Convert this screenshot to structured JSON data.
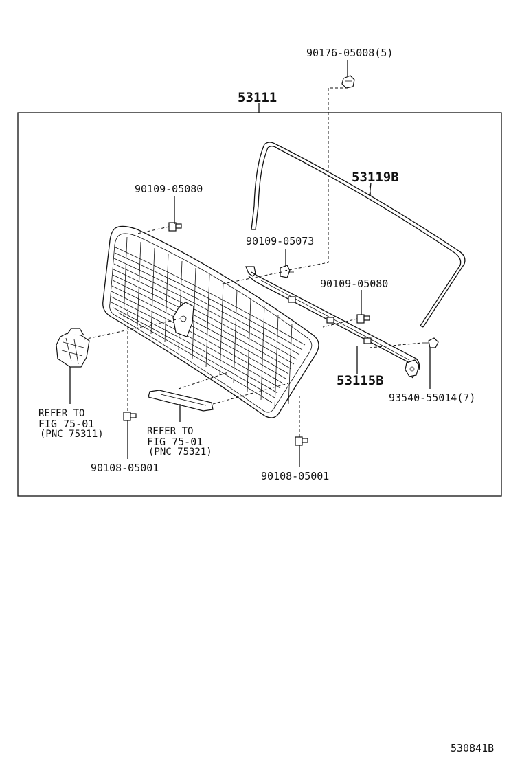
{
  "diagram": {
    "callouts": {
      "p_90176": "90176-05008(5)",
      "p_53111": "53111",
      "p_53119b": "53119B",
      "p_90109_080_left": "90109-05080",
      "p_90109_073": "90109-05073",
      "p_90109_080_right": "90109-05080",
      "p_53115b": "53115B",
      "p_93540": "93540-55014(7)",
      "p_90108_left": "90108-05001",
      "p_90108_right": "90108-05001"
    },
    "refer_left": {
      "line1": "REFER TO",
      "line2": "FIG 75-01",
      "line3": "(PNC 75311)"
    },
    "refer_center": {
      "line1": "REFER TO",
      "line2": "FIG 75-01",
      "line3": "(PNC 75321)"
    },
    "figure_code": "530841B"
  }
}
